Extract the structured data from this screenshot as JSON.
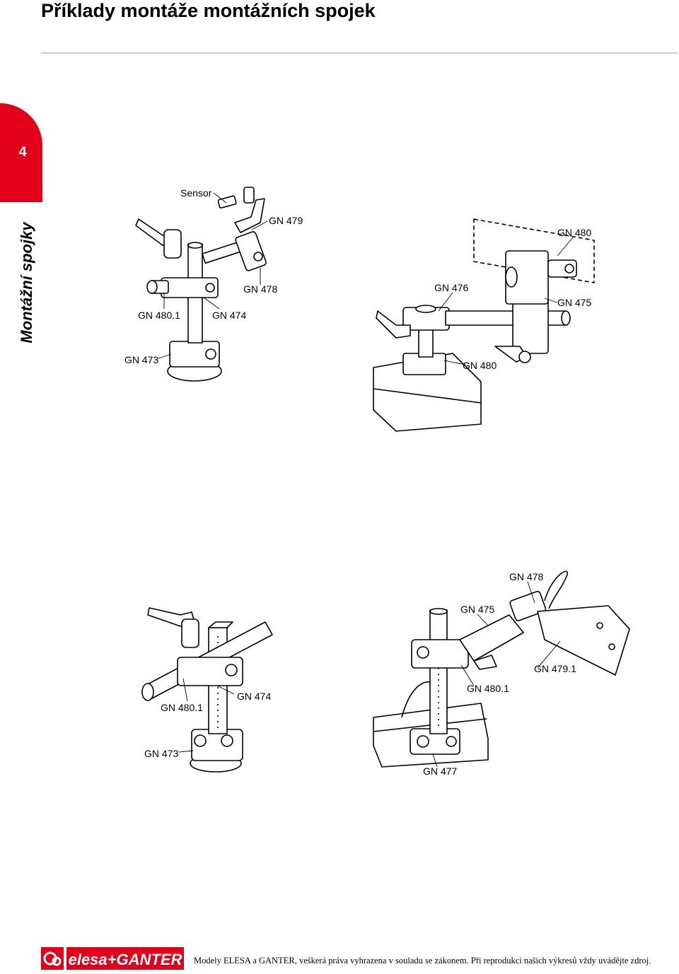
{
  "header": {
    "title": "Příklady montáže montážních spojek"
  },
  "side_tab": {
    "chapter_number": "4",
    "section_title": "Montážní spojky",
    "color": "#e3001b"
  },
  "figures": {
    "top_left": {
      "labels": {
        "sensor": "Sensor",
        "gn479": "GN 479",
        "gn478": "GN 478",
        "gn4801": "GN 480.1",
        "gn474": "GN 474",
        "gn473": "GN 473"
      }
    },
    "top_right": {
      "labels": {
        "gn480_top": "GN 480",
        "gn476": "GN 476",
        "gn475": "GN 475",
        "gn480_bottom": "GN 480"
      }
    },
    "bottom_left": {
      "labels": {
        "gn4801": "GN 480.1",
        "gn474": "GN 474",
        "gn473": "GN 473"
      }
    },
    "bottom_right": {
      "labels": {
        "gn478": "GN 478",
        "gn475": "GN 475",
        "gn4791": "GN 479.1",
        "gn4801": "GN 480.1",
        "gn477": "GN 477"
      }
    }
  },
  "footer": {
    "logo_text": "elesa+GANTER",
    "note": "Modely ELESA a GANTER, veškerá práva vyhrazena v souladu se zákonem. Při reprodukci našich výkresů vždy uvádějte zdroj.",
    "logo_color": "#e3001b"
  }
}
